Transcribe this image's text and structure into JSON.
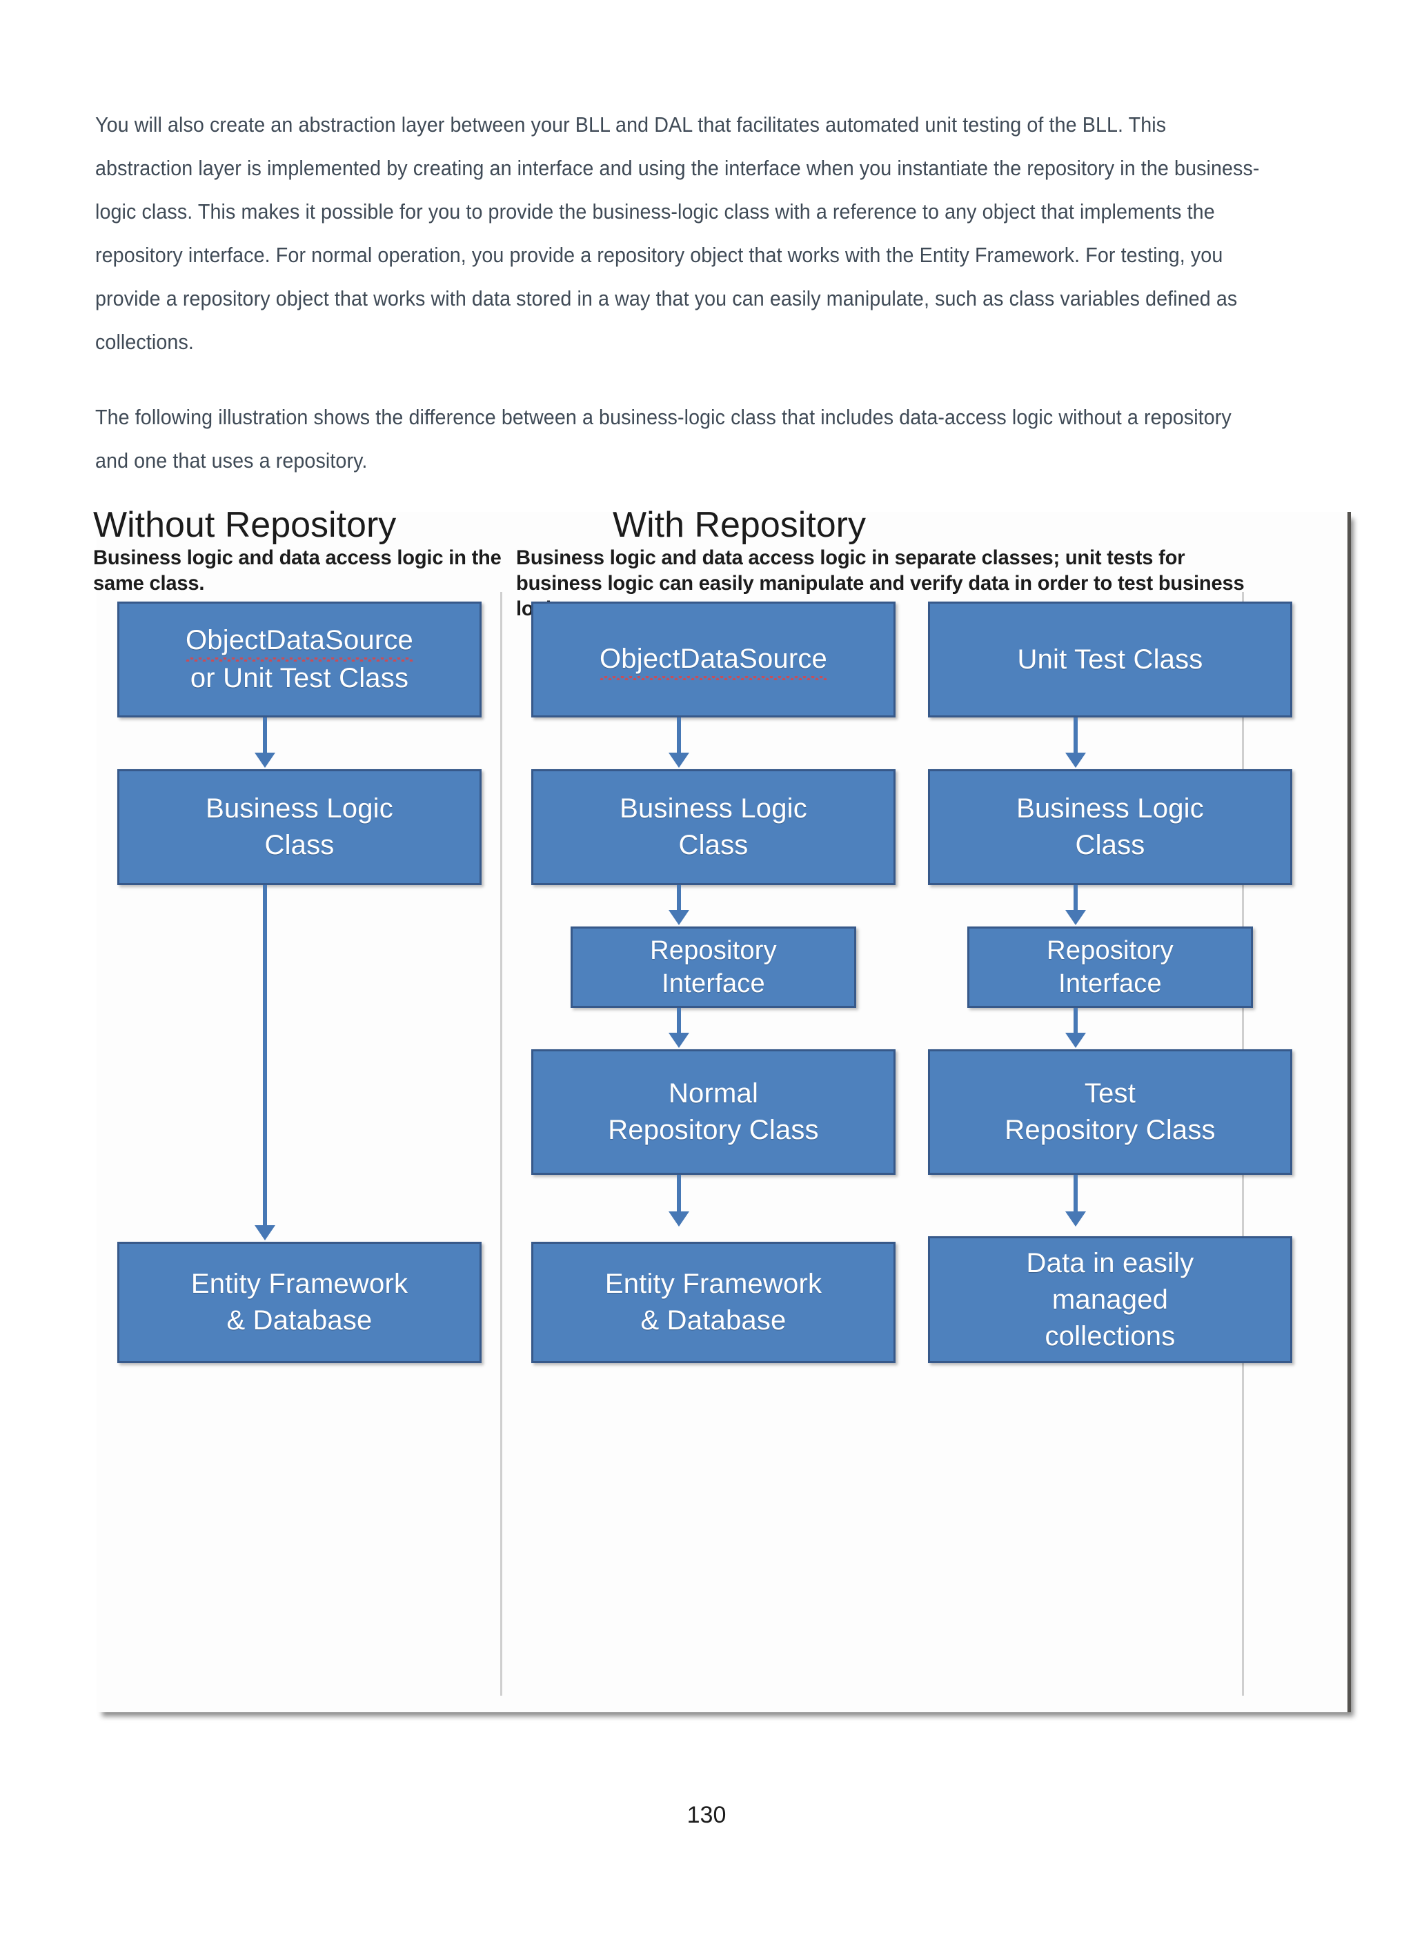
{
  "document": {
    "paragraphs": [
      "You will also create an abstraction layer between your BLL and DAL that facilitates automated unit testing of the BLL. This abstraction layer is implemented by creating an interface and using the interface when you instantiate the repository in the business-logic class. This makes it possible for you to provide the business-logic class with a reference to any object that implements the repository interface. For normal operation, you provide a repository object that works with the Entity Framework. For testing, you provide a repository object that works with data stored in a way that you can easily manipulate, such as class variables defined as collections.",
      "The following illustration shows the difference between a business-logic class that includes data-access logic without a repository and one that uses a repository."
    ],
    "page_number": "130"
  },
  "figure": {
    "columns": [
      {
        "title": "Without Repository",
        "subtitle": "Business logic and data access logic in the same class."
      },
      {
        "title": "With Repository",
        "subtitle": "Business logic and data access logic in separate classes; unit tests for business logic can easily manipulate and verify data in order to test business logic."
      }
    ],
    "boxes": {
      "c1_top": "ObjectDataSource",
      "c1_top_line2": "or Unit Test Class",
      "c1_bll_line1": "Business Logic",
      "c1_bll_line2": "Class",
      "c1_bottom_line1": "Entity Framework",
      "c1_bottom_line2": "& Database",
      "c2_top": "ObjectDataSource",
      "c2_bll_line1": "Business Logic",
      "c2_bll_line2": "Class",
      "c2_iface_line1": "Repository",
      "c2_iface_line2": "Interface",
      "c2_repo_line1": "Normal",
      "c2_repo_line2": "Repository Class",
      "c2_bottom_line1": "Entity Framework",
      "c2_bottom_line2": "& Database",
      "c3_top": "Unit Test Class",
      "c3_bll_line1": "Business Logic",
      "c3_bll_line2": "Class",
      "c3_iface_line1": "Repository",
      "c3_iface_line2": "Interface",
      "c3_repo_line1": "Test",
      "c3_repo_line2": "Repository Class",
      "c3_bottom_line1": "Data in easily",
      "c3_bottom_line2": "managed",
      "c3_bottom_line3": "collections"
    },
    "colors": {
      "box_fill": "#4e81bd",
      "box_border": "#37598a",
      "arrow": "#4778b5",
      "text": "#ffffff",
      "spellcheck_underline": "#d24a52"
    }
  }
}
